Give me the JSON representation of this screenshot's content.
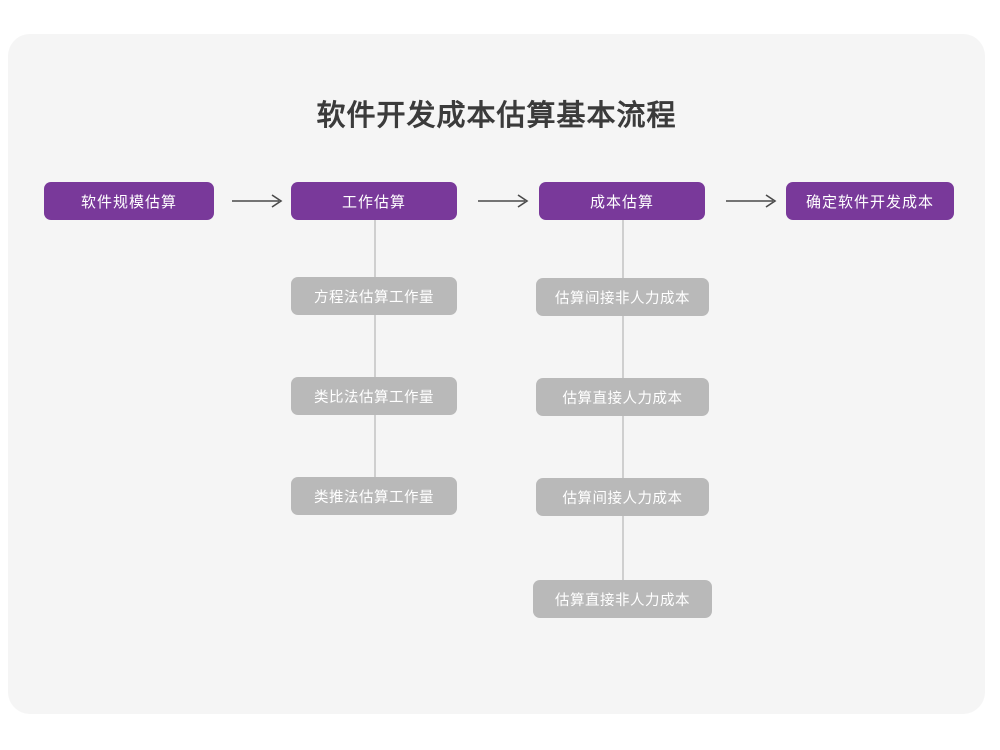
{
  "page": {
    "title": "软件开发成本估算基本流程",
    "background_color": "#ffffff",
    "canvas_color": "#f5f5f5",
    "primary_color": "#79399a",
    "secondary_color": "#b9b9b9",
    "connector_color": "#cfcfcf",
    "title_color": "#3b3b3b"
  },
  "flow": {
    "main_steps": [
      {
        "label": "软件规模估算"
      },
      {
        "label": "工作估算"
      },
      {
        "label": "成本估算"
      },
      {
        "label": "确定软件开发成本"
      }
    ],
    "arrows": [
      {
        "glyph": "⟶"
      },
      {
        "glyph": "⟶"
      },
      {
        "glyph": "⟶"
      }
    ],
    "sub_steps": {
      "工作估算": [
        {
          "label": "方程法估算工作量"
        },
        {
          "label": "类比法估算工作量"
        },
        {
          "label": "类推法估算工作量"
        }
      ],
      "成本估算": [
        {
          "label": "估算间接非人力成本"
        },
        {
          "label": "估算直接人力成本"
        },
        {
          "label": "估算间接人力成本"
        },
        {
          "label": "估算直接非人力成本"
        }
      ]
    }
  }
}
